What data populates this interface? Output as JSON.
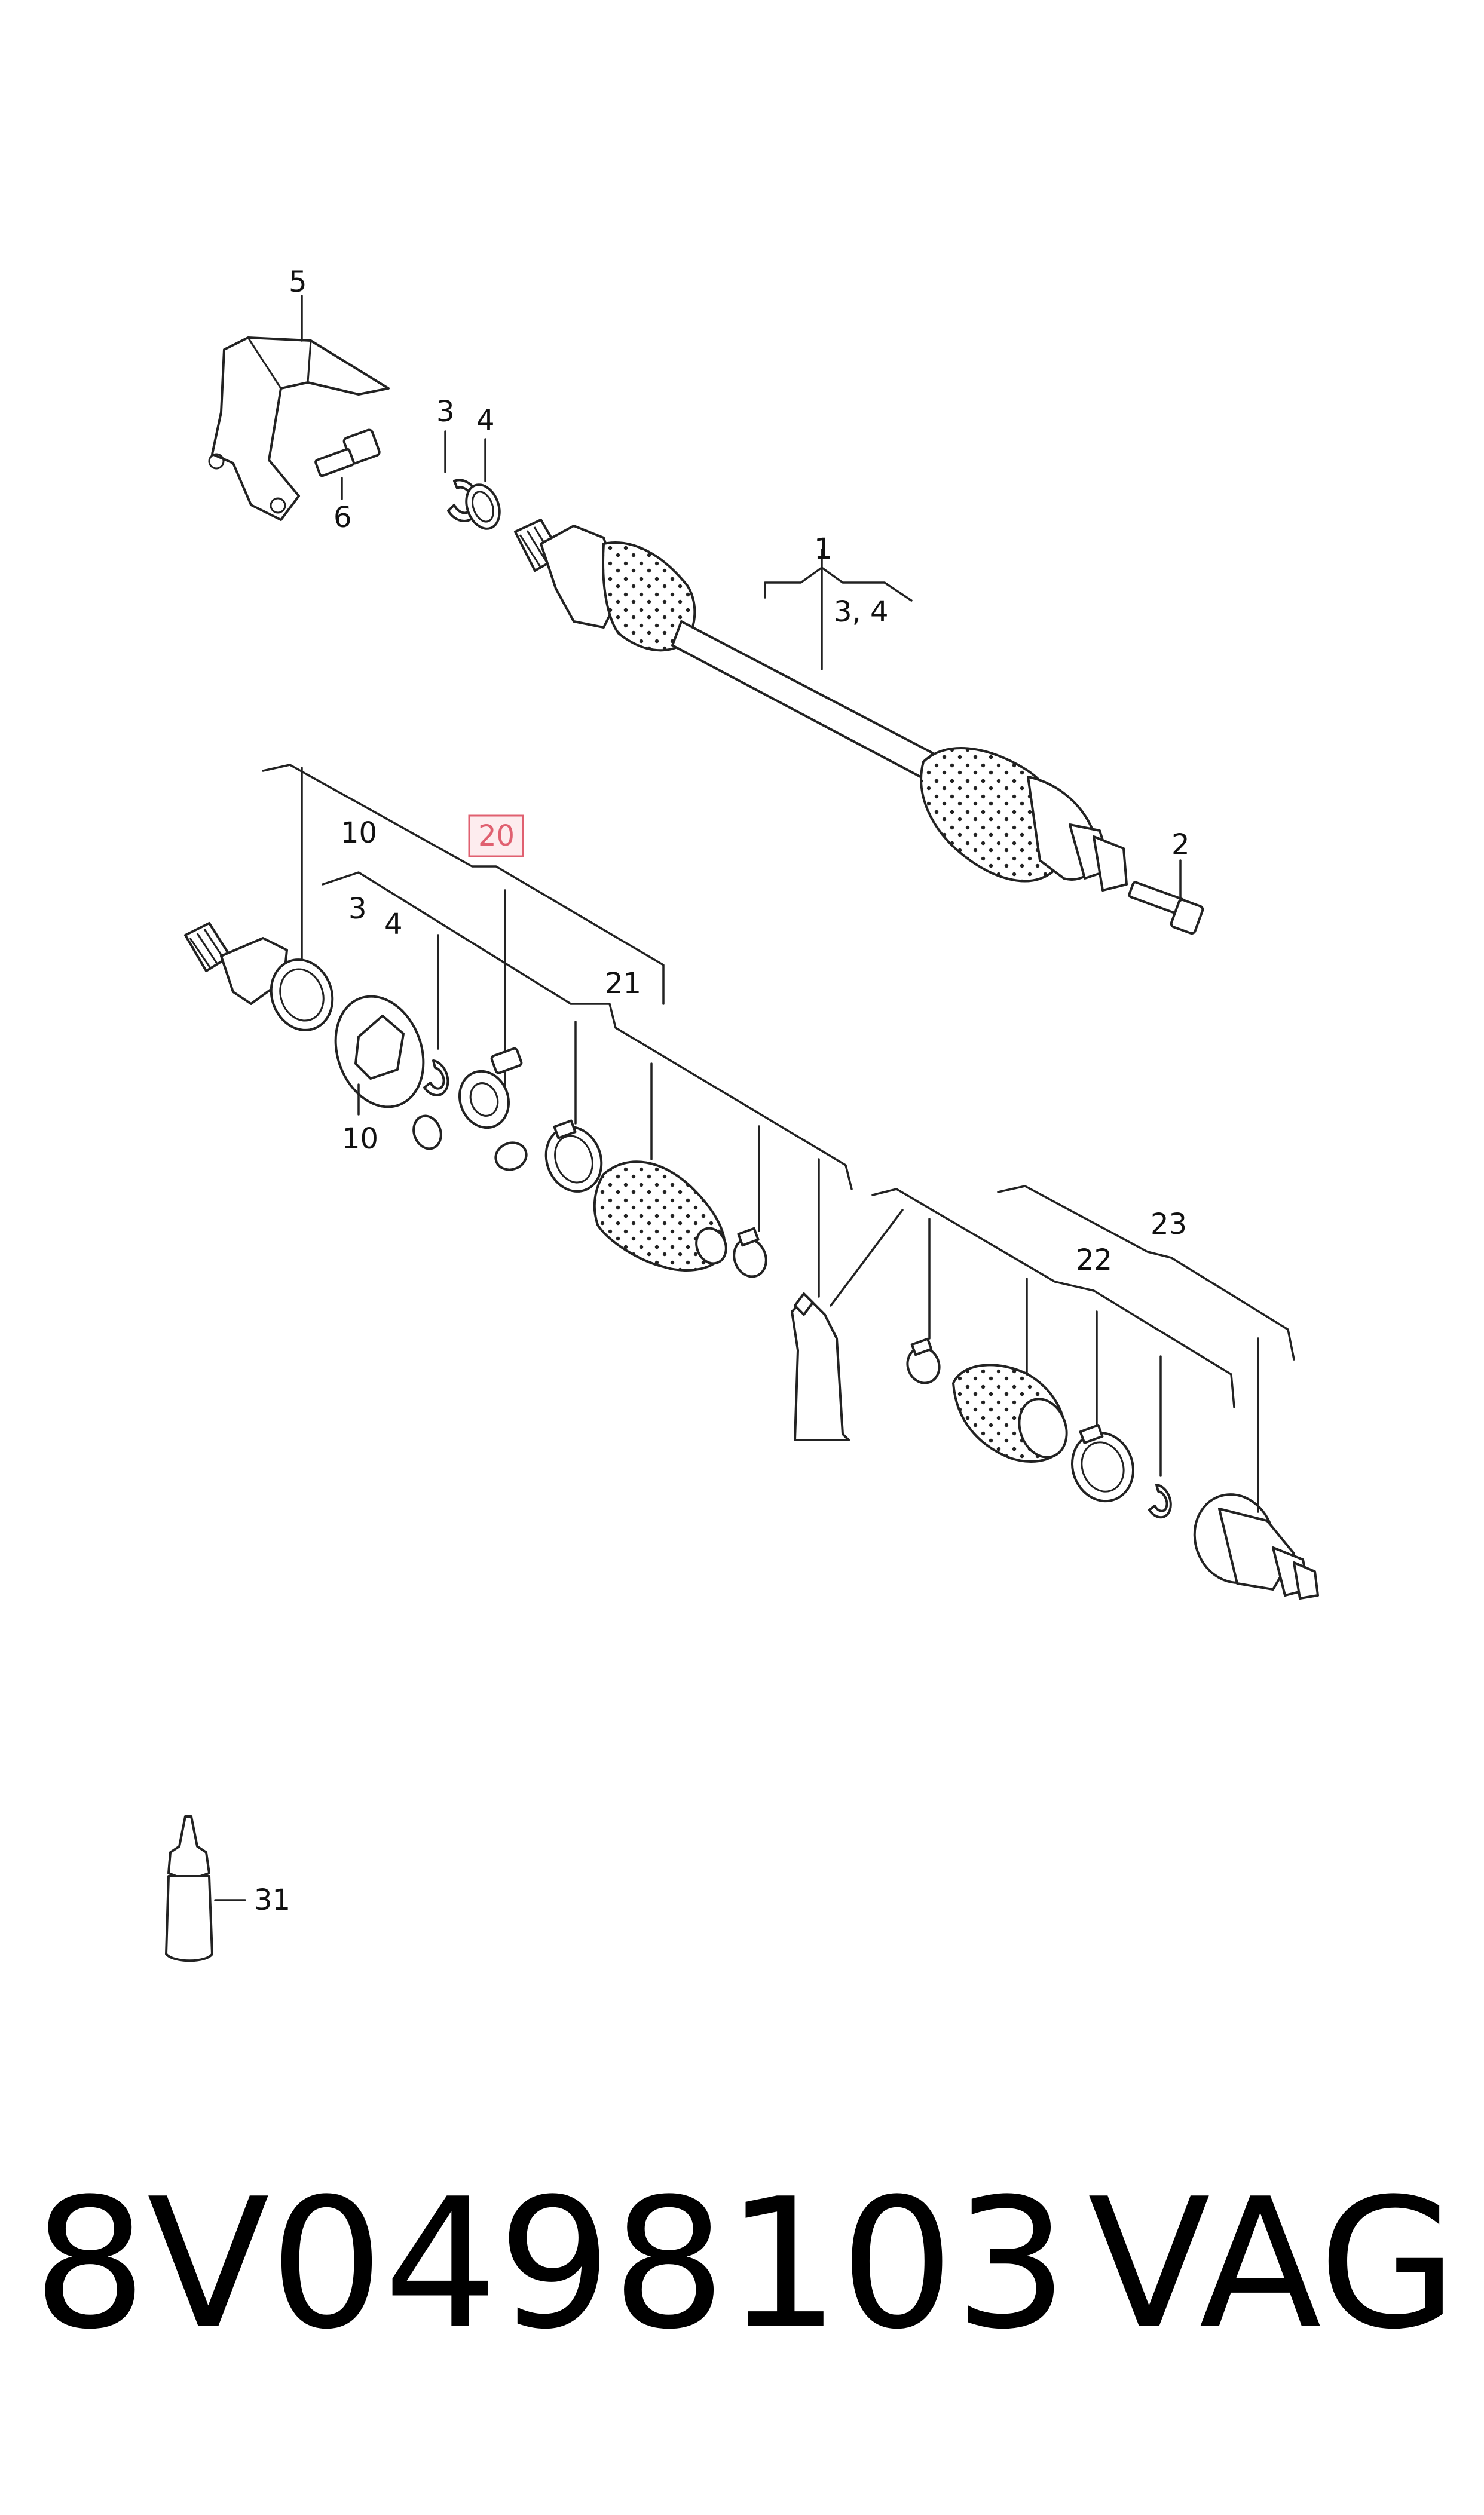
{
  "diagram": {
    "callouts": {
      "c1": "1",
      "c1_sub": "3, 4",
      "c2": "2",
      "c3_top": "3",
      "c4_top": "4",
      "c5": "5",
      "c6": "6",
      "c10_upper": "10",
      "c20": "20",
      "c3_mid": "3",
      "c4_mid": "4",
      "c21": "21",
      "c10_lower": "10",
      "c23": "23",
      "c22": "22",
      "c31": "31"
    },
    "highlight_color": "#e06070"
  },
  "footer": {
    "part_number": "8V0498103",
    "brand": "VAG"
  }
}
